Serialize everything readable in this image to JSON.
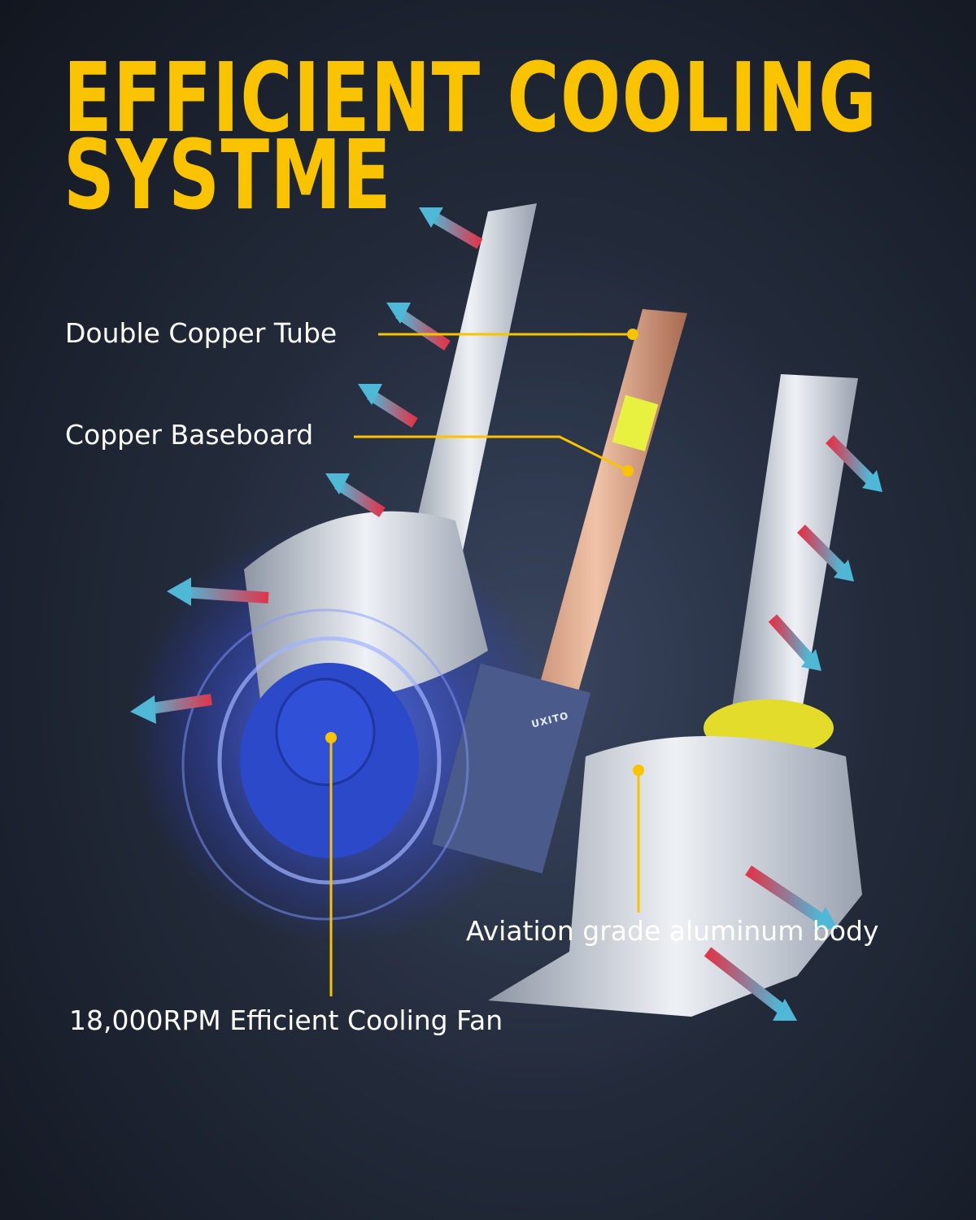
{
  "title": {
    "line1": "EFFICIENT COOLING",
    "line2": "SYSTME"
  },
  "callouts": {
    "double_copper_tube": "Double Copper Tube",
    "copper_baseboard": "Copper Baseboard",
    "aluminum_body": "Aviation grade aluminum body",
    "cooling_fan": "18,000RPM Efficient Cooling Fan"
  },
  "product_brand_mark": "UXITO",
  "colors": {
    "accent": "#f9c300",
    "background": "#1a202c",
    "fan_blue": "#2c49c9",
    "hot_arrow": "#e0354a",
    "cool_arrow": "#4fb8d6"
  }
}
